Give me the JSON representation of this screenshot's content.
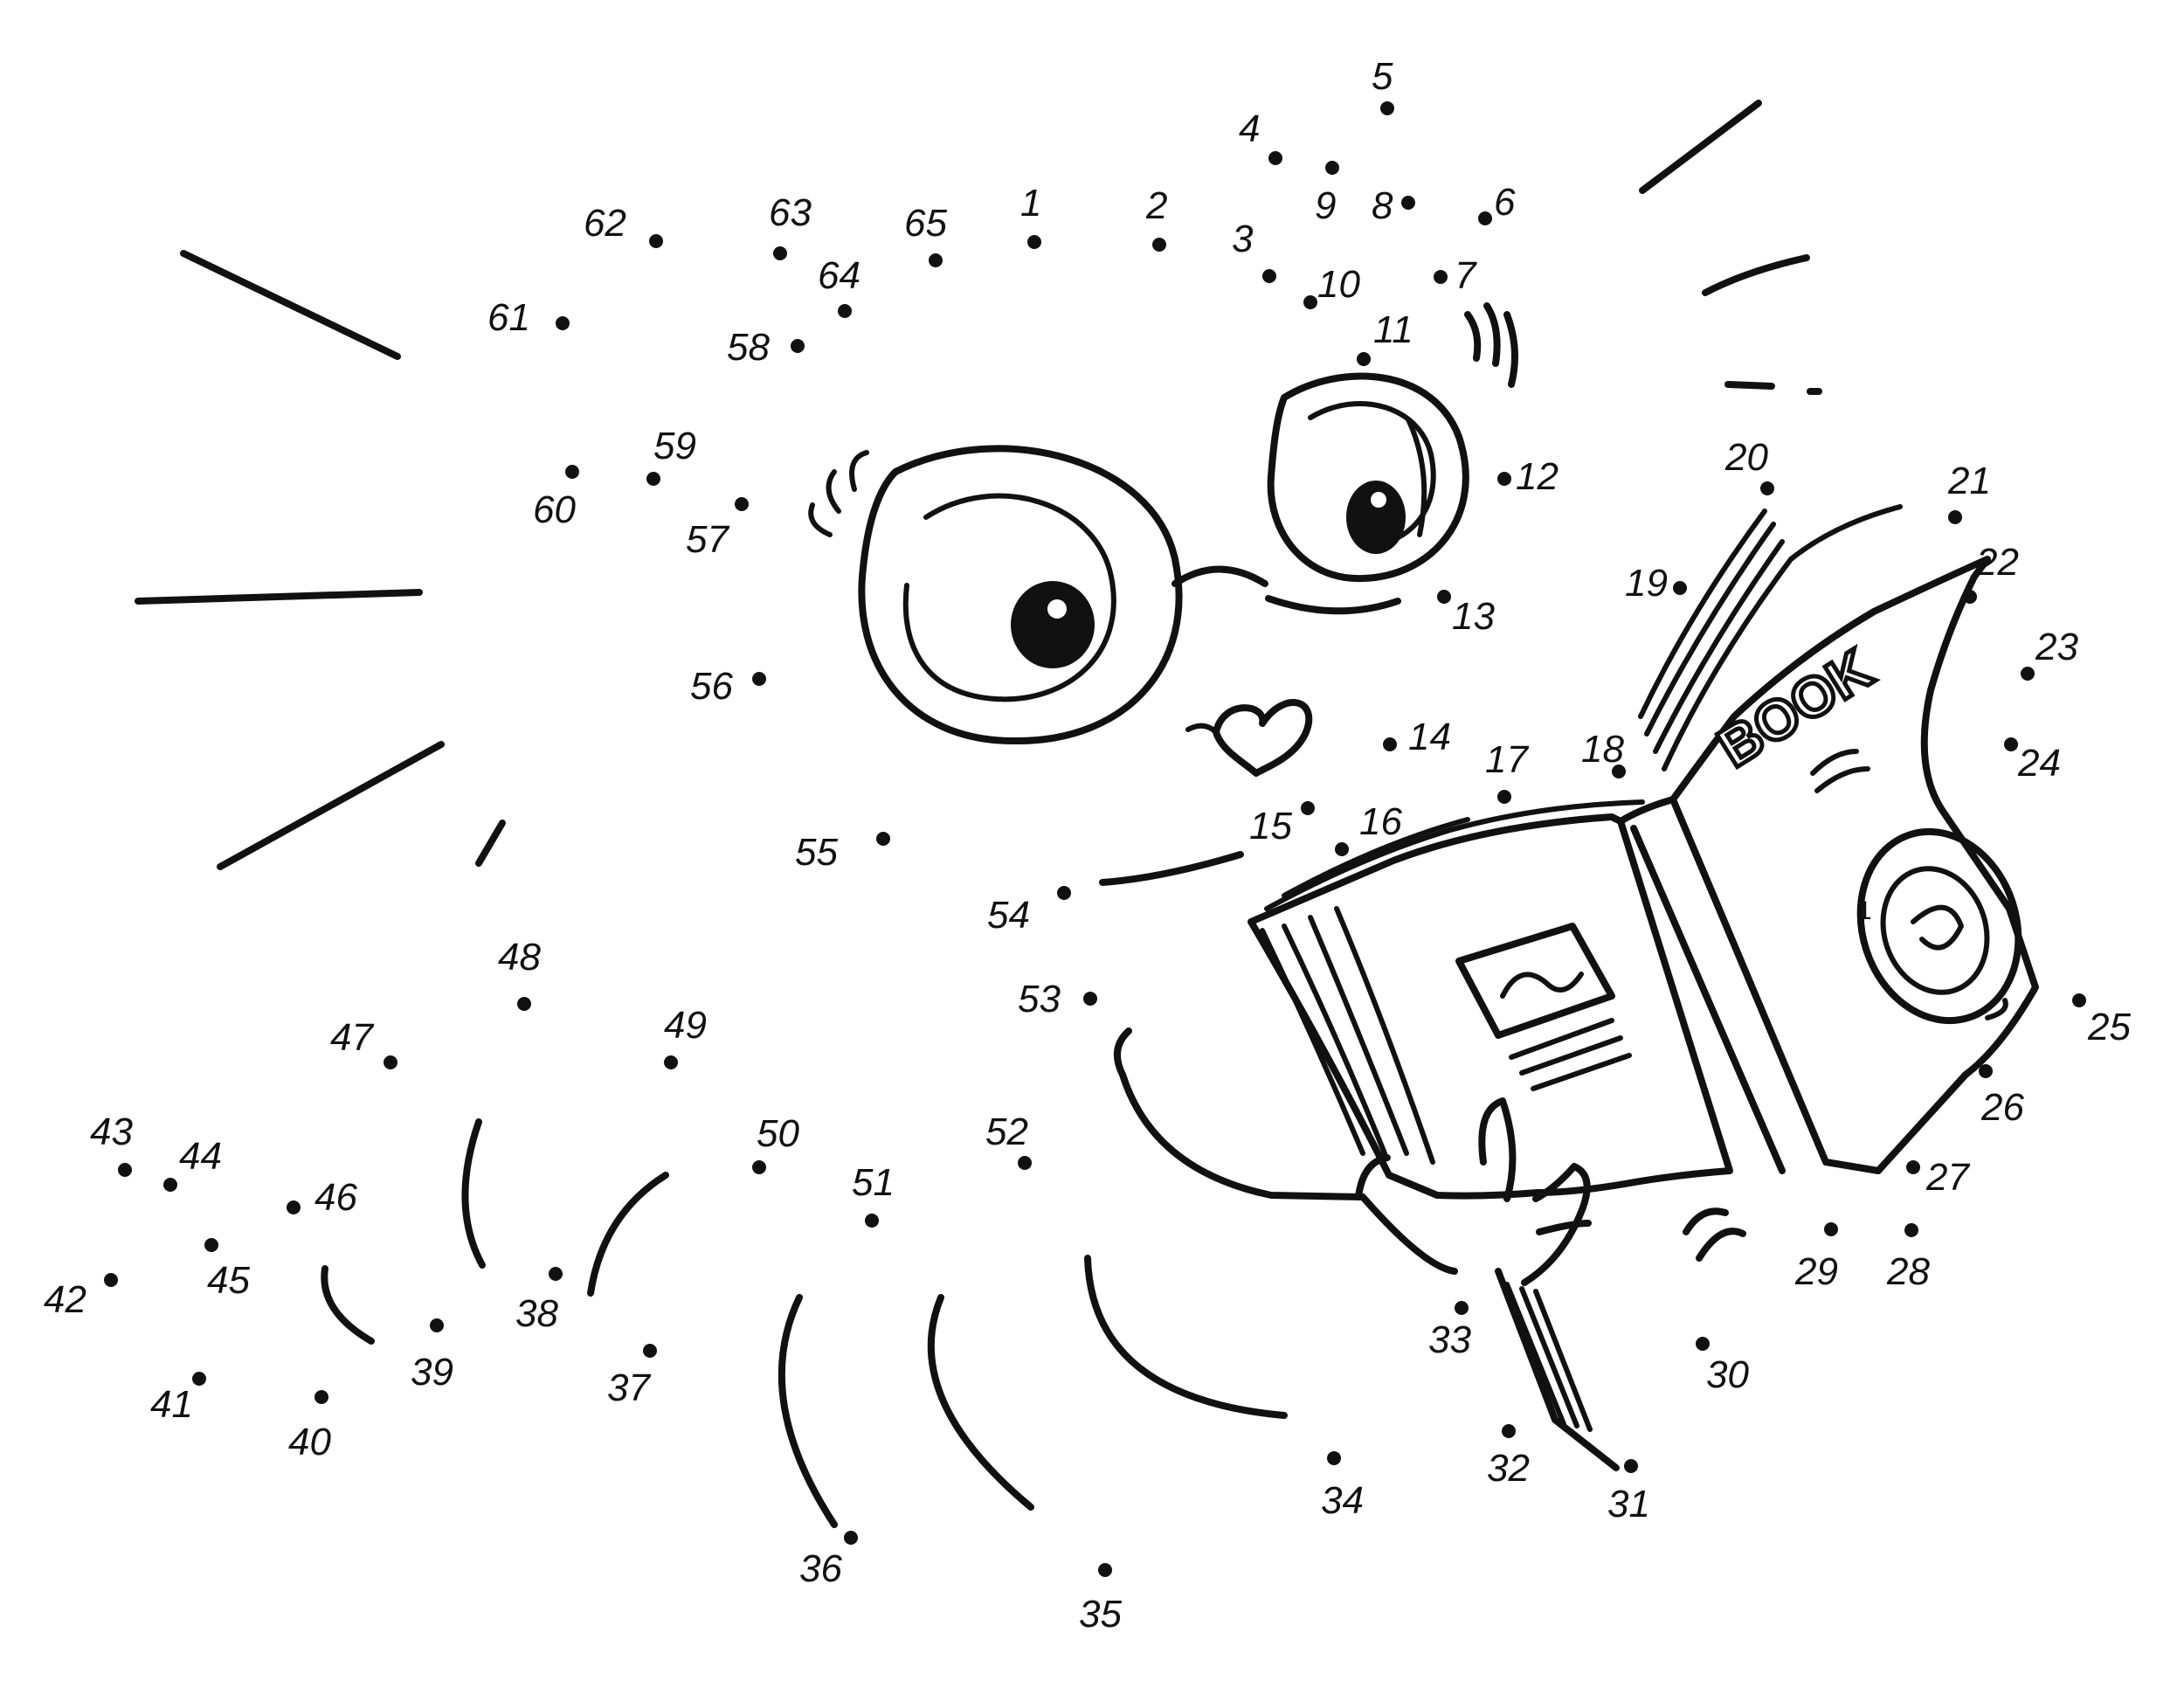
{
  "puzzle": {
    "points": [
      {
        "n": "1"
      },
      {
        "n": "2"
      },
      {
        "n": "3"
      },
      {
        "n": "4"
      },
      {
        "n": "5"
      },
      {
        "n": "6"
      },
      {
        "n": "7"
      },
      {
        "n": "8"
      },
      {
        "n": "9"
      },
      {
        "n": "10"
      },
      {
        "n": "11"
      },
      {
        "n": "12"
      },
      {
        "n": "13"
      },
      {
        "n": "14"
      },
      {
        "n": "15"
      },
      {
        "n": "16"
      },
      {
        "n": "17"
      },
      {
        "n": "18"
      },
      {
        "n": "19"
      },
      {
        "n": "20"
      },
      {
        "n": "21"
      },
      {
        "n": "22"
      },
      {
        "n": "23"
      },
      {
        "n": "24"
      },
      {
        "n": "25"
      },
      {
        "n": "26"
      },
      {
        "n": "27"
      },
      {
        "n": "28"
      },
      {
        "n": "29"
      },
      {
        "n": "30"
      },
      {
        "n": "31"
      },
      {
        "n": "32"
      },
      {
        "n": "33"
      },
      {
        "n": "34"
      },
      {
        "n": "35"
      },
      {
        "n": "36"
      },
      {
        "n": "37"
      },
      {
        "n": "38"
      },
      {
        "n": "39"
      },
      {
        "n": "40"
      },
      {
        "n": "41"
      },
      {
        "n": "42"
      },
      {
        "n": "43"
      },
      {
        "n": "44"
      },
      {
        "n": "45"
      },
      {
        "n": "46"
      },
      {
        "n": "47"
      },
      {
        "n": "48"
      },
      {
        "n": "49"
      },
      {
        "n": "50"
      },
      {
        "n": "51"
      },
      {
        "n": "52"
      },
      {
        "n": "53"
      },
      {
        "n": "54"
      },
      {
        "n": "55"
      },
      {
        "n": "56"
      },
      {
        "n": "57"
      },
      {
        "n": "58"
      },
      {
        "n": "59"
      },
      {
        "n": "60"
      },
      {
        "n": "61"
      },
      {
        "n": "62"
      },
      {
        "n": "63"
      },
      {
        "n": "64"
      },
      {
        "n": "65"
      }
    ]
  },
  "book": {
    "cover_title": "BOOK",
    "page_number": "1"
  },
  "colors": {
    "ink": "#111111",
    "paper": "#ffffff"
  }
}
